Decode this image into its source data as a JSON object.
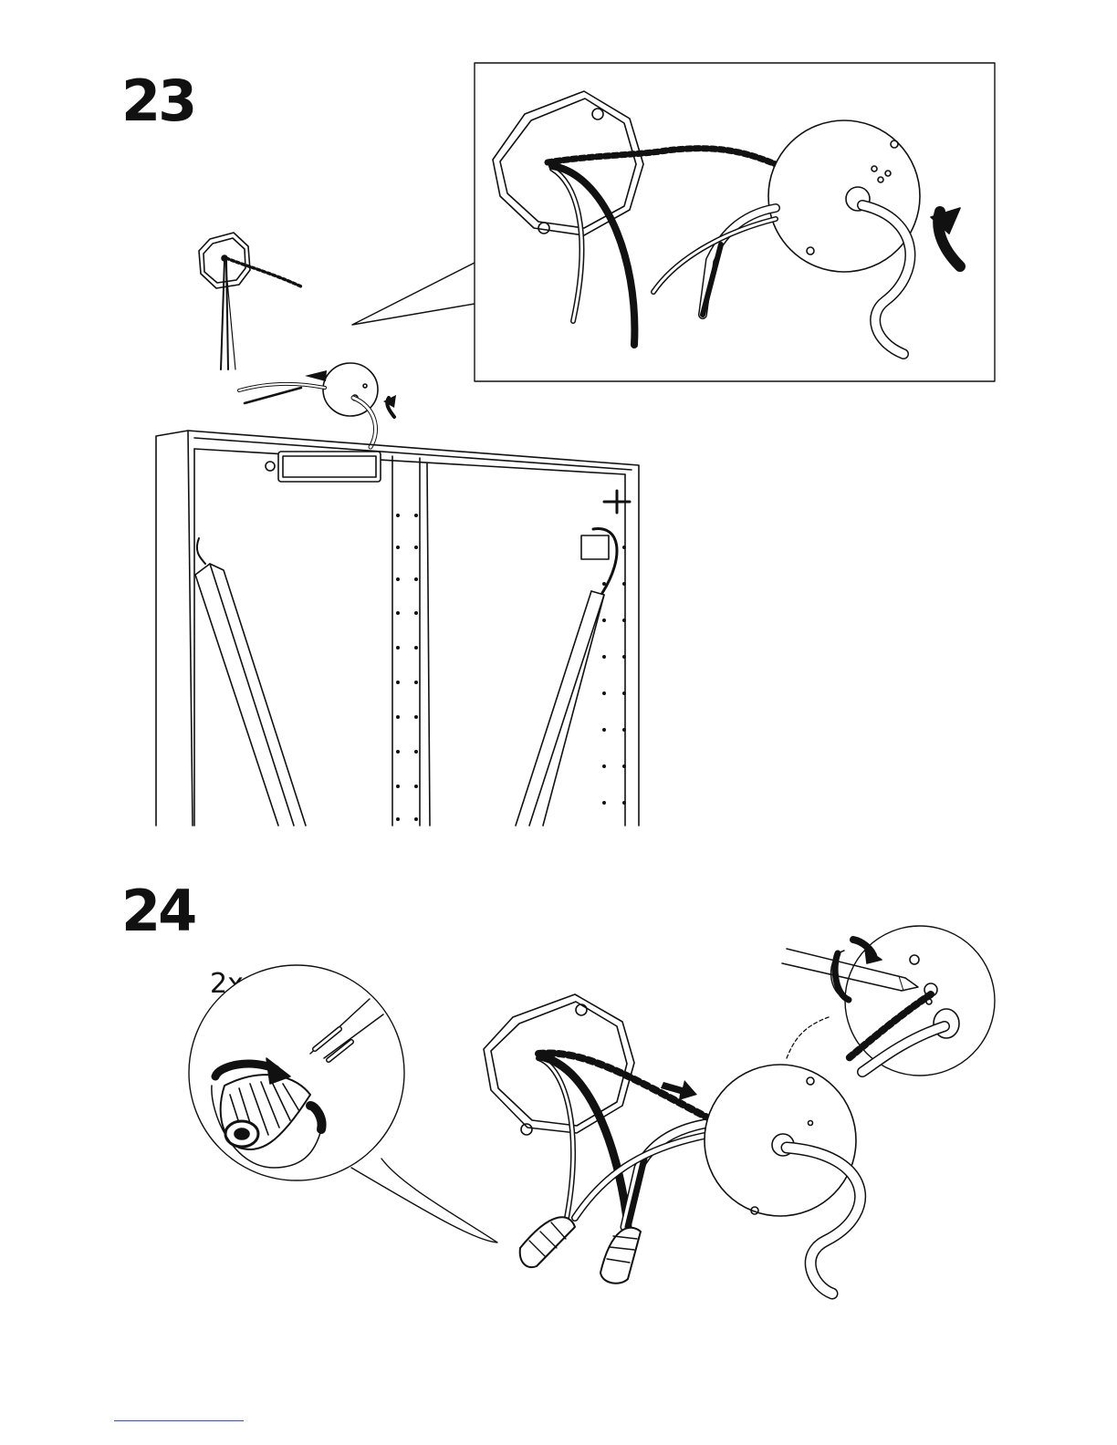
{
  "steps": [
    {
      "number": "23"
    },
    {
      "number": "24",
      "quantity_label": "2x"
    }
  ],
  "colors": {
    "ink": "#111111",
    "paper": "#ffffff",
    "footer_link": "#2a4fd6"
  },
  "icons": {
    "junction_box": "octagon-junction-box-icon",
    "canopy": "ceiling-canopy-icon",
    "wire_nut": "wire-nut-icon",
    "screwdriver": "screwdriver-icon",
    "arrow": "direction-arrow-icon"
  }
}
